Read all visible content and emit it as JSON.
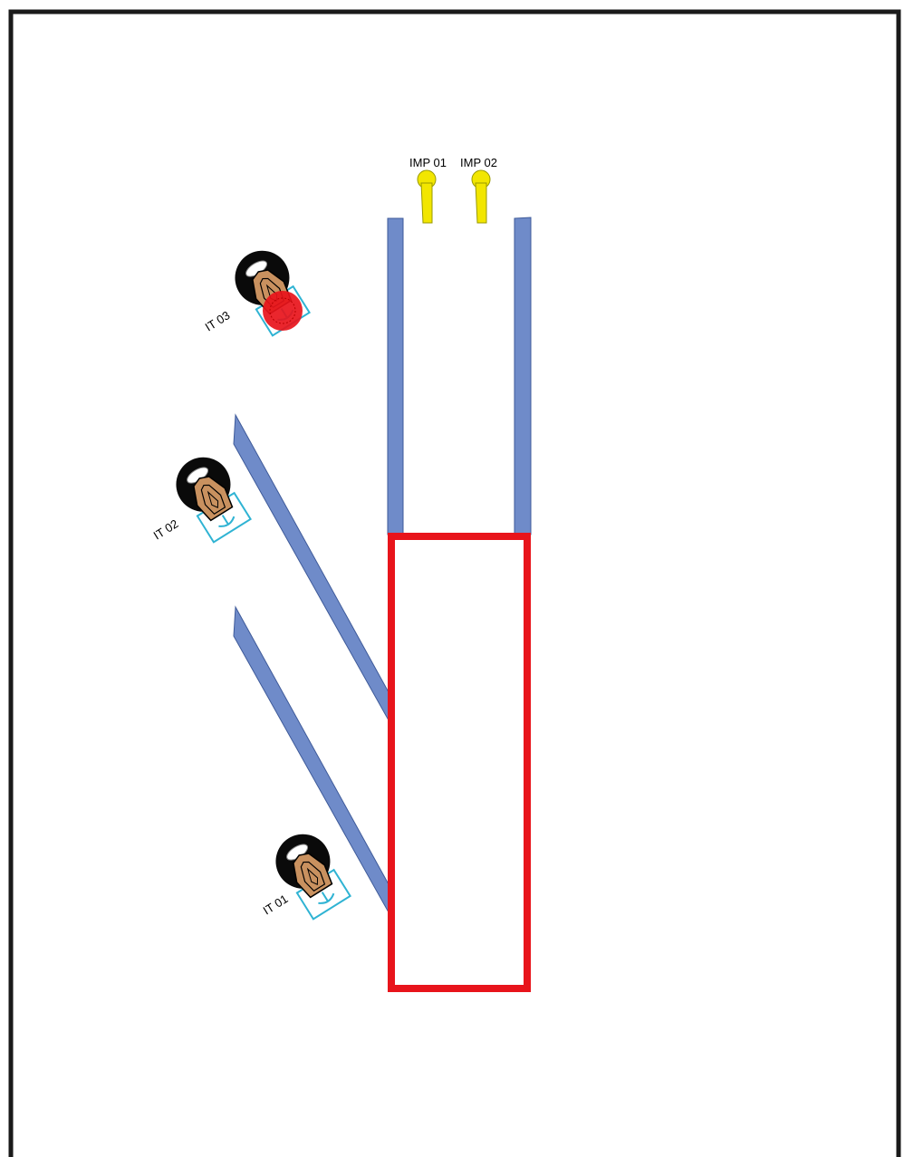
{
  "colors": {
    "frame": "#1a1a1a",
    "barrier": "#6f8bc9",
    "zone": "#e8141b",
    "impactor": "#f2e600",
    "target_skin": "#c9915f",
    "target_hair": "#0a0a0a",
    "hit_marker": "#e8141b",
    "base": "#2fb3d3"
  },
  "impactors": [
    {
      "id": "imp-01",
      "label": "IMP 01"
    },
    {
      "id": "imp-02",
      "label": "IMP 02"
    }
  ],
  "targets": [
    {
      "id": "it-03",
      "label": "IT 03",
      "hit": true
    },
    {
      "id": "it-02",
      "label": "IT 02",
      "hit": false
    },
    {
      "id": "it-01",
      "label": "IT 01",
      "hit": false
    }
  ]
}
